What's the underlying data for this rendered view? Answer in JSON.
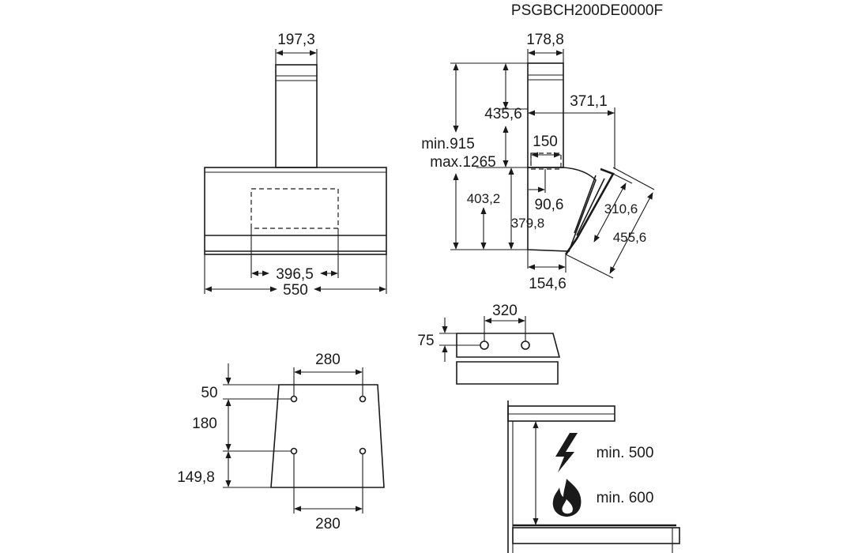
{
  "model": "PSGBCH200DE0000F",
  "front_view": {
    "chimney_width": "197,3",
    "panel_width": "396,5",
    "total_width": "550"
  },
  "side_view": {
    "chimney_depth": "178,8",
    "upper_chimney_height": "435,6",
    "depth_to_wall": "371,1",
    "height_min": "min.915",
    "height_max": "max.1265",
    "outlet_offset": "150",
    "hood_height": "403,2",
    "outlet_depth": "90,6",
    "body_height": "379,8",
    "glass_height": "310,6",
    "glass_length": "455,6",
    "base_depth": "154,6"
  },
  "bracket_view": {
    "hole_spacing": "320",
    "hole_height": "75"
  },
  "mounting_view": {
    "top_spacing": "280",
    "top_offset": "50",
    "middle_spacing": "180",
    "bottom_offset": "149,8",
    "bottom_spacing": "280"
  },
  "clearance": {
    "electric_min": "min. 500",
    "gas_min": "min. 600",
    "electric_icon": "lightning-icon",
    "gas_icon": "flame-icon"
  }
}
